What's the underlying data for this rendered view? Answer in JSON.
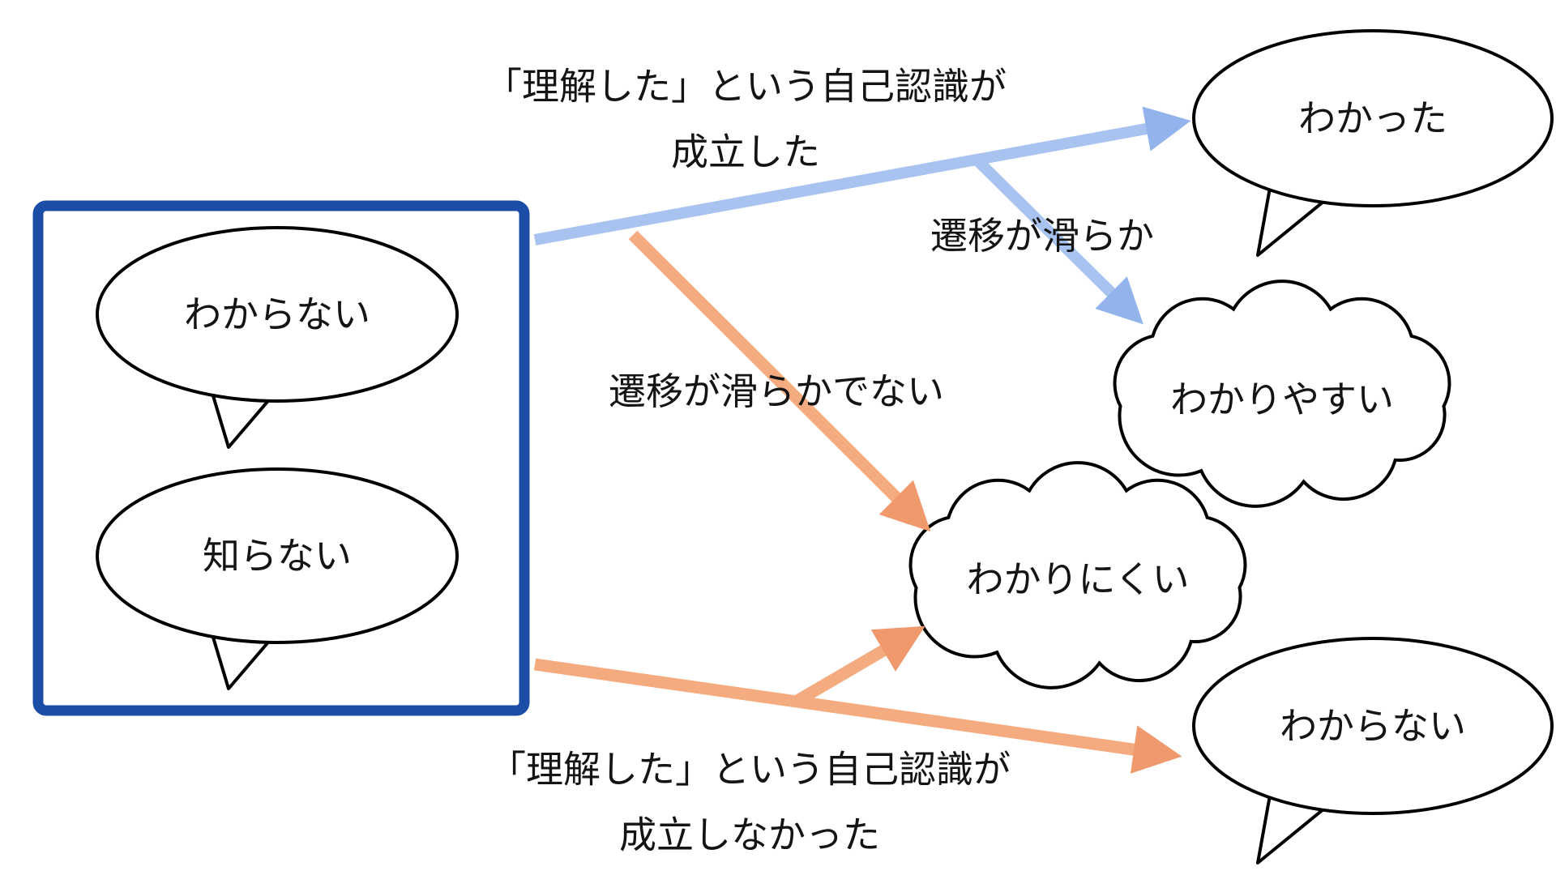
{
  "box": {
    "bubbles": [
      {
        "label": "わからない"
      },
      {
        "label": "知らない"
      }
    ]
  },
  "nodes": {
    "understood": "わかった",
    "easy": "わかりやすい",
    "hard": "わかりにくい",
    "not_understood": "わからない"
  },
  "labels": {
    "top": {
      "line1": "「理解した」という自己認識が",
      "line2": "成立した"
    },
    "smooth": "遷移が滑らか",
    "not_smooth": "遷移が滑らかでない",
    "bottom": {
      "line1": "「理解した」という自己認識が",
      "line2": "成立しなかった"
    }
  },
  "colors": {
    "box_border": "#1b4da6",
    "blue_arrow": "#a8c3f0",
    "blue_arrow_head": "#93b3ec",
    "orange_arrow": "#f5ab80",
    "orange_arrow_head": "#f0996d",
    "shape_outline": "#000000",
    "background": "#ffffff"
  }
}
